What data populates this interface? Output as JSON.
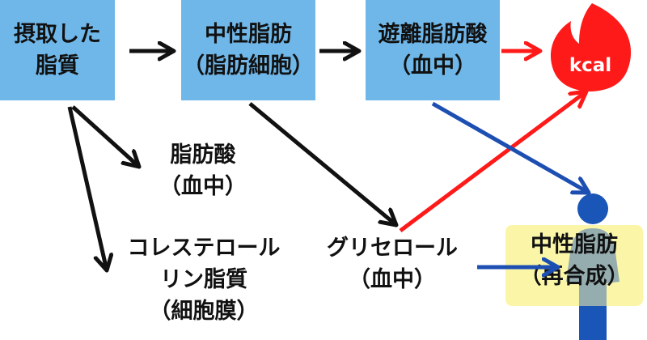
{
  "boxes": {
    "intake": [
      "摂取した",
      "脂質"
    ],
    "neutral_fat_cell": [
      "中性脂肪",
      "（脂肪細胞）"
    ],
    "free_fatty_acid": [
      "遊離脂肪酸",
      "（血中）"
    ]
  },
  "labels": {
    "fatty_acid": [
      "脂肪酸",
      "（血中）"
    ],
    "cholesterol": [
      "コレステロール",
      "リン脂質",
      "（細胞膜）"
    ],
    "glycerol": [
      "グリセロール",
      "（血中）"
    ],
    "resynth": [
      "中性脂肪",
      "（再合成）"
    ]
  },
  "flame_text": "kcal",
  "colors": {
    "box_fill": "#6fb7e9",
    "highlight": "#fbf6a7",
    "arrow_black": "#111111",
    "arrow_red": "#ff1a1a",
    "arrow_blue": "#1d4fb3",
    "person": "#1a55b8"
  }
}
